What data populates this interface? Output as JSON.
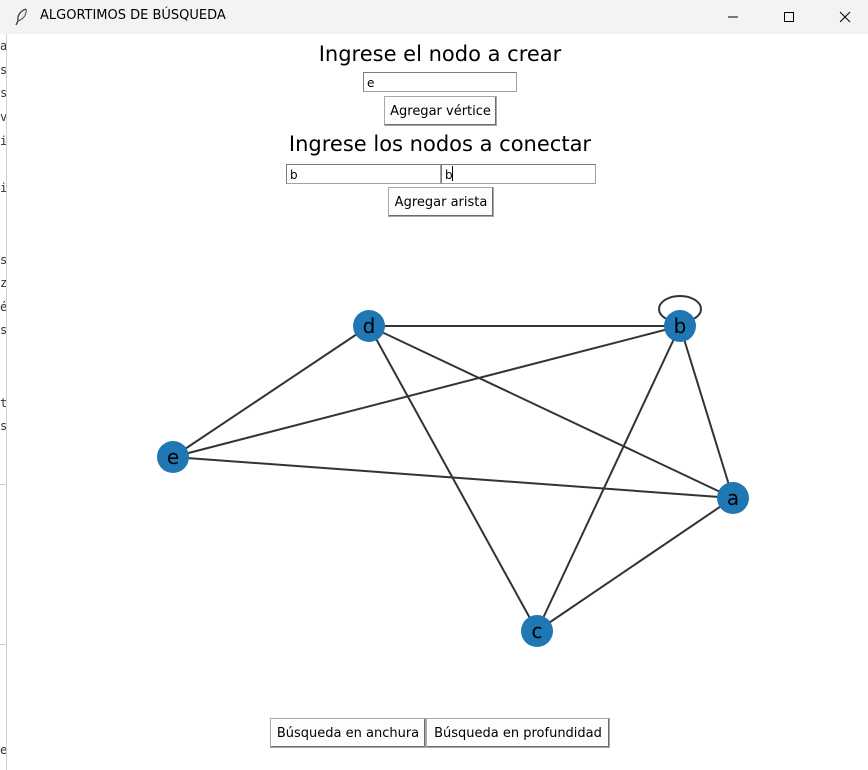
{
  "window": {
    "title": "ALGORTIMOS DE BÚSQUEDA",
    "icon": "feather-icon",
    "controls": [
      "minimize-icon",
      "maximize-icon",
      "close-icon"
    ]
  },
  "vertex_form": {
    "heading": "Ingrese el nodo a crear",
    "node_value": "e",
    "add_button": "Agregar vértice"
  },
  "edge_form": {
    "heading": "Ingrese los nodos a conectar",
    "from_value": "b",
    "to_value": "b",
    "add_button": "Agregar arista"
  },
  "graph": {
    "node_color": "#1f77b4",
    "edge_color": "#333333",
    "nodes": [
      {
        "id": "d",
        "label": "d"
      },
      {
        "id": "b",
        "label": "b"
      },
      {
        "id": "e",
        "label": "e"
      },
      {
        "id": "a",
        "label": "a"
      },
      {
        "id": "c",
        "label": "c"
      }
    ],
    "edges": [
      [
        "d",
        "b"
      ],
      [
        "d",
        "e"
      ],
      [
        "d",
        "a"
      ],
      [
        "d",
        "c"
      ],
      [
        "b",
        "e"
      ],
      [
        "b",
        "a"
      ],
      [
        "b",
        "c"
      ],
      [
        "b",
        "b"
      ],
      [
        "e",
        "a"
      ],
      [
        "a",
        "c"
      ]
    ]
  },
  "actions": {
    "bfs_button": "Búsqueda en anchura",
    "dfs_button": "Búsqueda en profundidad"
  },
  "behind_window_fragments": [
    "a",
    "s",
    "s",
    "v",
    "i",
    "i",
    "s",
    "z",
    "é",
    "s",
    "t",
    "s",
    "e"
  ]
}
